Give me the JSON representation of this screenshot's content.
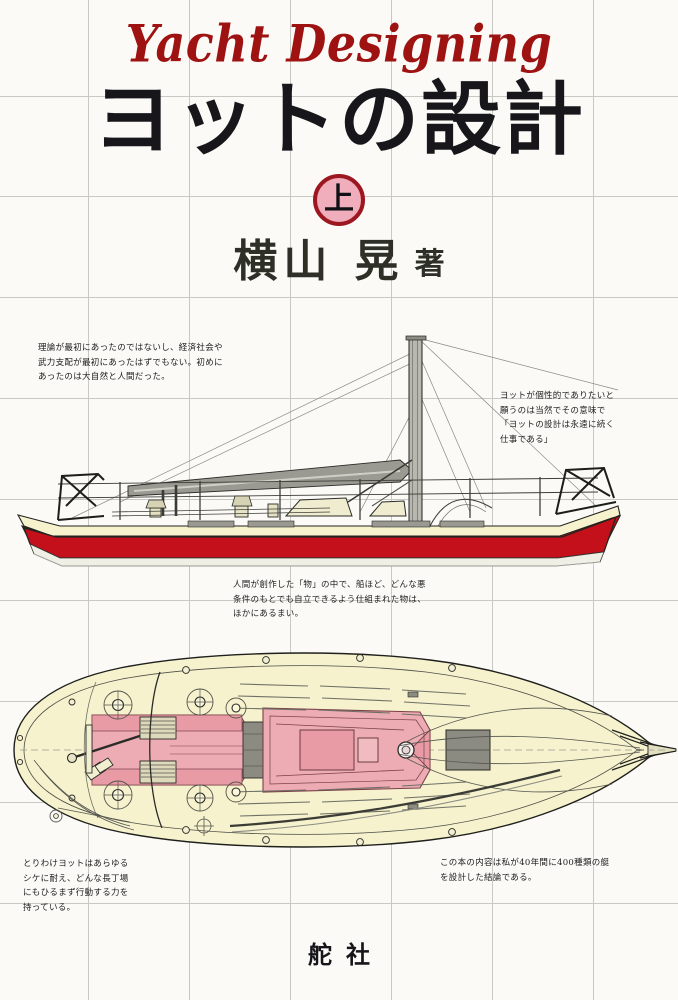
{
  "cover": {
    "script_title": "Yacht Designing",
    "main_title": "ヨットの設計",
    "volume_mark": "上",
    "author_name": "横山 晃",
    "author_suffix": "著",
    "publisher": "舵社"
  },
  "captions": {
    "theory": "理論が最初にあったのではないし、経済社会や武力支配が最初にあったはずでもない。初めにあったのは大自然と人間だった。",
    "identity": "ヨットが個性的でありたいと願うのは当然でその意味で「ヨットの設計は永遠に続く仕事である」",
    "creation": "人間が創作した「物」の中で、船ほど、どんな悪条件のもとでも自立できるよう仕組まれた物は、ほかにあるまい。",
    "storm": "とりわけヨットはあらゆるシケに耐え、どんな長丁場にもひるまず行動する力を持っている。",
    "summary": "この本の内容は私が40年間に400種類の艇を設計した結論である。"
  },
  "illustrations": {
    "profile_view_label": "yacht-profile-drawing",
    "plan_view_label": "yacht-deck-plan-drawing"
  },
  "colors": {
    "background": "#fbfaf7",
    "grid_line": "#c9c9c4",
    "script_red": "#9e1212",
    "hull_red": "#c3101a",
    "deck_cream": "#f5f2cd",
    "cockpit_pink": "#edacb4",
    "detail_gray": "#8b8b82",
    "ink_black": "#17161a",
    "badge_pink": "#f0adbc",
    "badge_ring": "#9d1721",
    "author_ink": "#2e2f26"
  },
  "grid": {
    "vertical_x": [
      88,
      189,
      290,
      391,
      492,
      593
    ],
    "horizontal_y": [
      96,
      196,
      297,
      398,
      499,
      600,
      701,
      802,
      903
    ]
  }
}
